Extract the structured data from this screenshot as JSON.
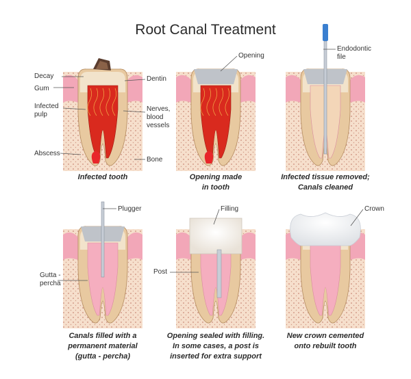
{
  "title": "Root Canal Treatment",
  "panels": [
    {
      "caption": "Infected tooth",
      "labels": [
        "Decay",
        "Gum",
        "Infected\npulp",
        "Abscess",
        "Dentin",
        "Nerves,\nblood\nvessels",
        "Bone"
      ]
    },
    {
      "caption": "Opening made\nin tooth",
      "labels": [
        "Opening"
      ]
    },
    {
      "caption": "Infected tissue removed;\nCanals cleaned",
      "labels": [
        "Endodontic\nfile"
      ]
    },
    {
      "caption": "Canals filled with a\npermanent material\n(gutta - percha)",
      "labels": [
        "Plugger",
        "Gutta -\npercha"
      ]
    },
    {
      "caption": "Opening sealed with filling.\nIn some cases, a post is\ninserted for extra support",
      "labels": [
        "Filling",
        "Post"
      ]
    },
    {
      "caption": "New crown cemented\nonto rebuilt tooth",
      "labels": [
        "Crown"
      ]
    }
  ],
  "colors": {
    "gum": "#f2a7b8",
    "bone": "#f6dfcc",
    "bone_dots": "#c98a78",
    "dentin": "#e8c9a0",
    "enamel": "#f7eedd",
    "pulp_infected": "#d92a1e",
    "pulp_clean": "#f3d6b8",
    "gutta_percha": "#f5aebf",
    "filling": "#f4efe9",
    "crown": "#f8f8f8",
    "instrument": "#c7cdd6",
    "instrument_handle": "#3a7fd0"
  }
}
